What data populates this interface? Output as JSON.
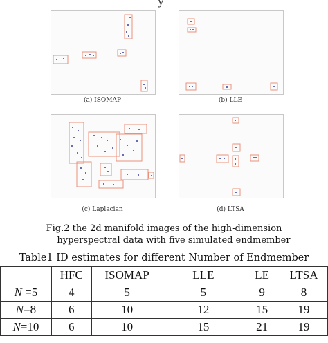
{
  "top_fragment": "y",
  "panels": [
    {
      "label": "(a) ISOMAP"
    },
    {
      "label": "(b) LLE"
    },
    {
      "label": "(c) Laplacian"
    },
    {
      "label": "(d) LTSA"
    }
  ],
  "figure_caption": {
    "line1": "Fig.2 the 2d manifold images of the high-dimension",
    "line2": "hyperspectral data with five simulated endmember"
  },
  "table": {
    "caption": "Table1 ID estimates for different Number of Endmember",
    "headers": [
      "",
      "HFC",
      "ISOMAP",
      "LLE",
      "LE",
      "LTSA"
    ],
    "rows": [
      {
        "var": "N",
        "eq": " =5",
        "values": [
          "4",
          "5",
          "5",
          "9",
          "8"
        ]
      },
      {
        "var": "N",
        "eq": "=8",
        "values": [
          "6",
          "10",
          "12",
          "15",
          "19"
        ]
      },
      {
        "var": "N",
        "eq": "=10",
        "values": [
          "6",
          "10",
          "15",
          "21",
          "19"
        ]
      }
    ]
  },
  "colors": {
    "box": "#e8907a",
    "dot": "#3340a0",
    "grid": "#c8c8c8"
  }
}
